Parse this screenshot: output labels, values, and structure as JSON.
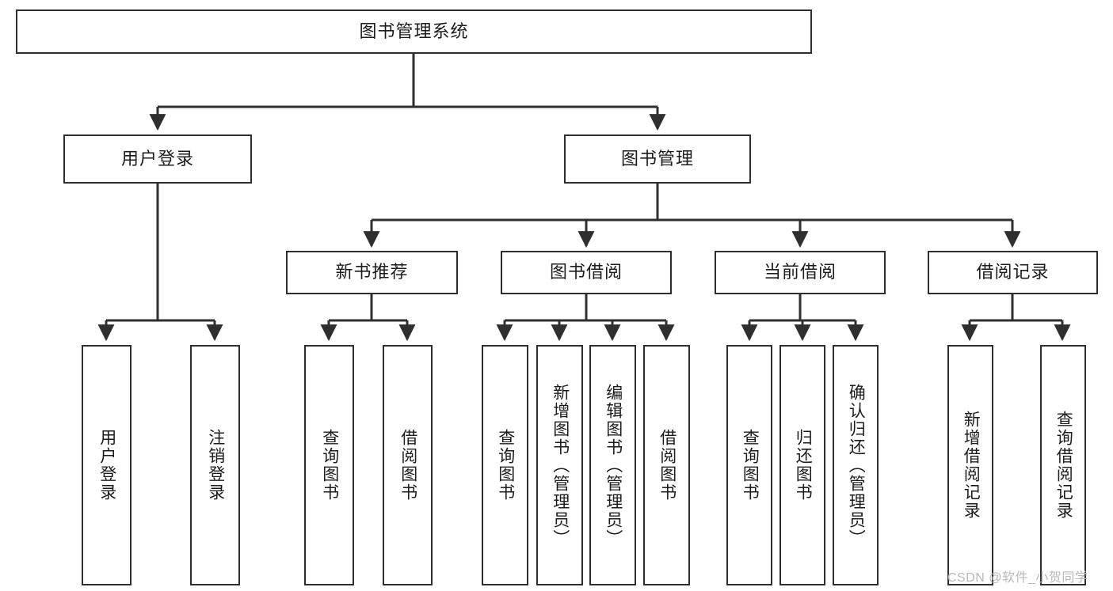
{
  "diagram": {
    "type": "tree",
    "title": "图书管理系统",
    "orientation": "top-down",
    "colors": {
      "box_border": "#2f2f2f",
      "box_fill": "#ffffff",
      "edge": "#2f2f2f",
      "text": "#1c1c1c",
      "watermark": "#b9b9b9",
      "background": "#ffffff"
    }
  },
  "root": {
    "label": "图书管理系统"
  },
  "level2": [
    {
      "label": "用户登录"
    },
    {
      "label": "图书管理"
    }
  ],
  "level3": [
    {
      "label": "新书推荐"
    },
    {
      "label": "图书借阅"
    },
    {
      "label": "当前借阅"
    },
    {
      "label": "借阅记录"
    }
  ],
  "leaves": {
    "user_login": [
      {
        "label": "用户登录"
      },
      {
        "label": "注销登录"
      }
    ],
    "new_book_recommend": [
      {
        "label": "查询图书"
      },
      {
        "label": "借阅图书"
      }
    ],
    "book_borrow": [
      {
        "label": "查询图书"
      },
      {
        "label": "新增图书（管理员）"
      },
      {
        "label": "编辑图书（管理员）"
      },
      {
        "label": "借阅图书"
      }
    ],
    "current_borrow": [
      {
        "label": "查询图书"
      },
      {
        "label": "归还图书"
      },
      {
        "label": "确认归还（管理员）"
      }
    ],
    "borrow_record": [
      {
        "label": "新增借阅记录"
      },
      {
        "label": "查询借阅记录"
      }
    ]
  },
  "watermark": {
    "text": "CSDN @软件_小贺同学"
  }
}
